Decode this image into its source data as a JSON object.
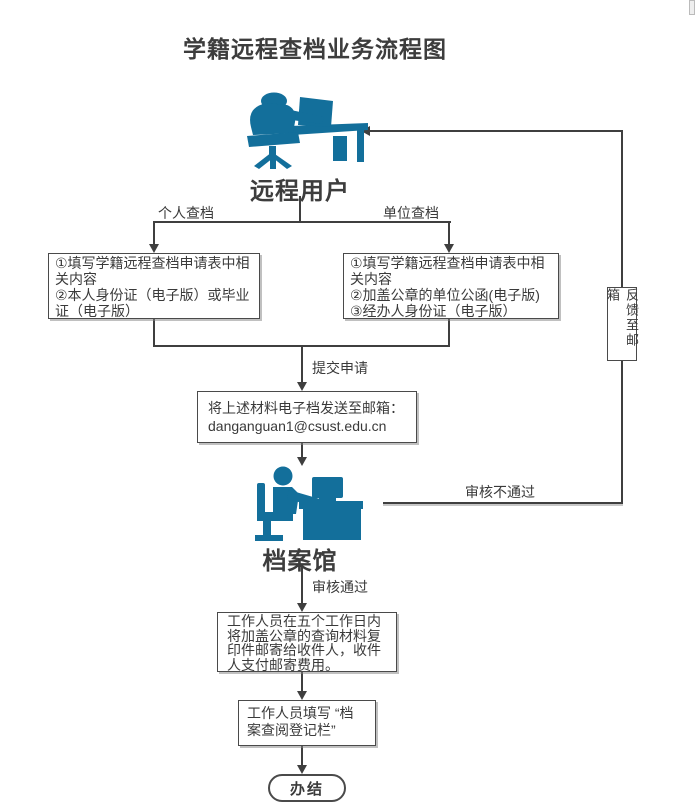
{
  "colors": {
    "icon": "#136f9b",
    "line": "#3f3f3f",
    "text": "#3a3a3a"
  },
  "title": "学籍远程查档业务流程图",
  "nodes": {
    "remote_user": "远程用户",
    "archive": "档案馆",
    "personal_requirements": "①填写学籍远程查档申请表中相关内容\n②本人身份证（电子版）或毕业证（电子版）",
    "unit_requirements": "①填写学籍远程查档申请表中相关内容\n②加盖公章的单位公函(电子版)\n③经办人身份证（电子版）",
    "send_email": "将上述材料电子档发送至邮箱：\ndanganguan1@csust.edu.cn",
    "mail_copy": "工作人员在五个工作日内将加盖公章的查询材料复印件邮寄给收件人，收件人支付邮寄费用。",
    "register": "工作人员填写 “档案查阅登记栏”",
    "done": "办结"
  },
  "edges": {
    "personal": "个人查档",
    "unit": "单位查档",
    "submit": "提交申请",
    "reject": "审核不通过",
    "approve": "审核通过",
    "feedback": "反馈至邮箱"
  }
}
